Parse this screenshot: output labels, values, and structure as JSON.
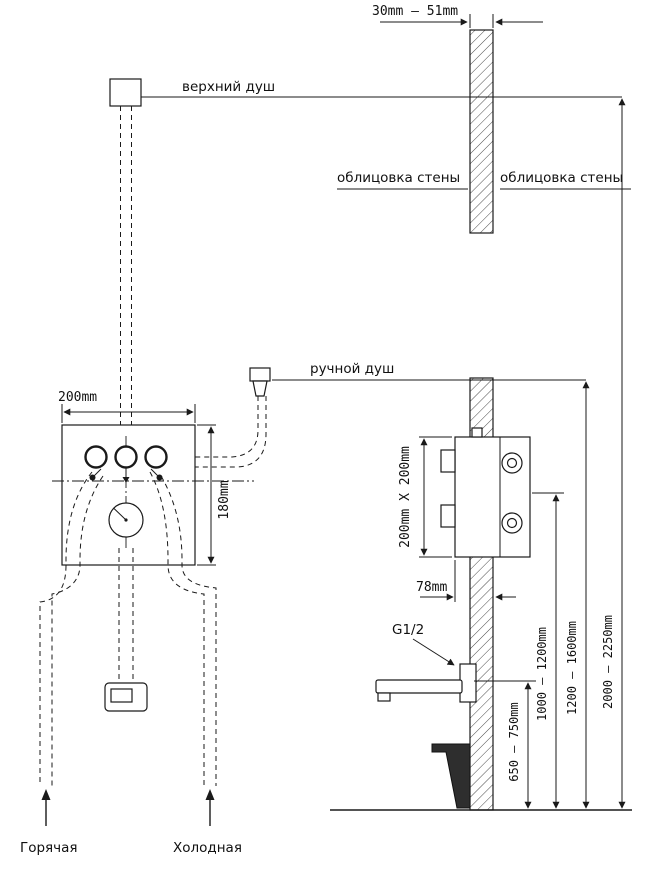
{
  "diagram": {
    "kind": "shower-system-installation-drawing",
    "background": "#ffffff",
    "line_color": "#1a1a1a",
    "top": {
      "wall_thickness": "30mm — 51mm",
      "overhead_shower": "верхний душ",
      "cladding_left": "облицовка стены",
      "cladding_right": "облицовка стены"
    },
    "middle": {
      "hand_shower": "ручной душ",
      "mixer_width": "200mm",
      "mixer_height": "180mm",
      "rough_in": "200mm X 200mm",
      "depth": "78mm",
      "thread": "G1/2"
    },
    "heights": {
      "spout": "650 — 750mm",
      "mixer": "1000 — 1200mm",
      "hand_shower": "1200 — 1600mm",
      "overhead": "2000 — 2250mm"
    },
    "supply": {
      "hot": "Горячая",
      "cold": "Холодная"
    }
  }
}
